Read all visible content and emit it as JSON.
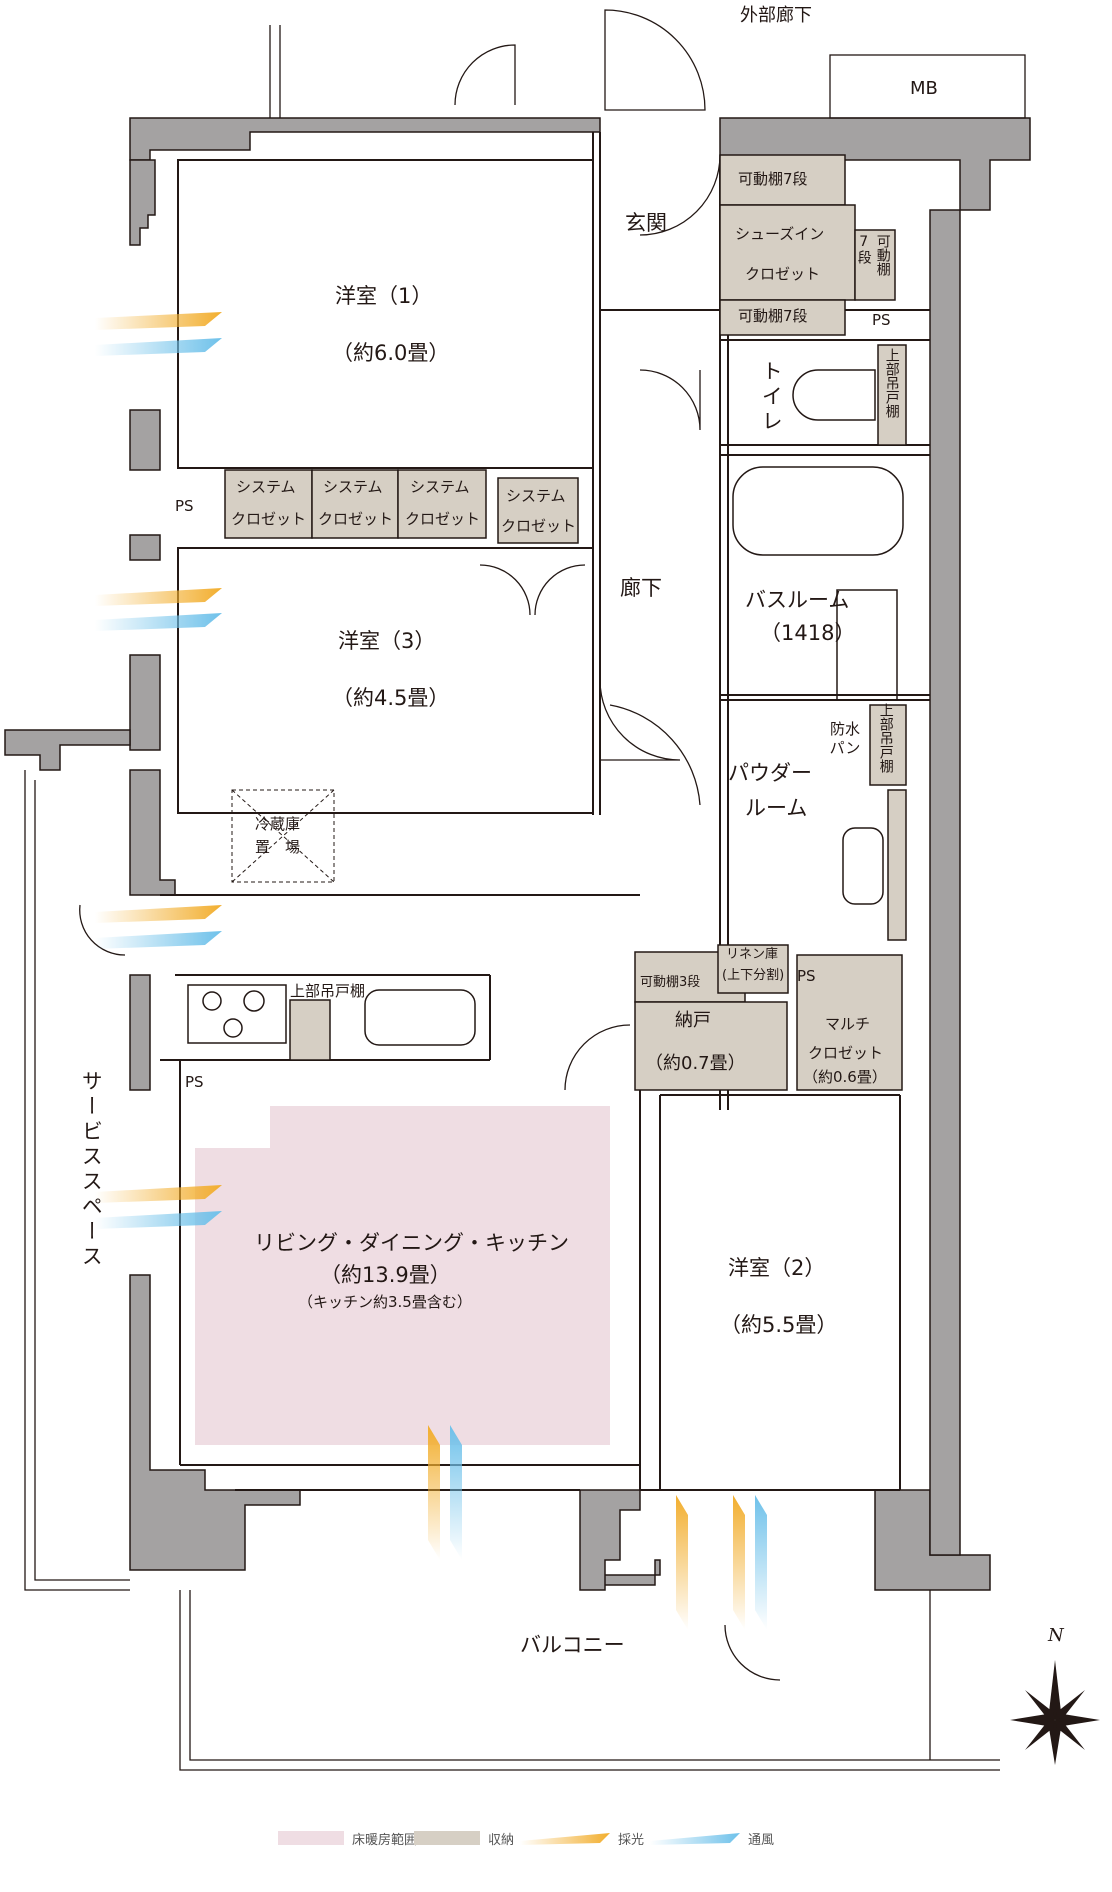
{
  "colors": {
    "wall": "#a4a2a2",
    "wall_line": "#231815",
    "storage": "#d6cfc4",
    "floor_heating": "#efdde3",
    "light": "#f2ae2e",
    "wind": "#6ec1ea"
  },
  "labels": {
    "outer_corridor": "外部廊下",
    "mb": "MB",
    "entrance": "玄関",
    "shelf7_top": "可動棚7段",
    "shoes_in_1": "シューズイン",
    "shoes_in_2": "クロゼット",
    "side_shelf": "可動棚",
    "side_7": "7段",
    "shelf7_bottom": "可動棚7段",
    "ps_entrance": "PS",
    "toilet": "トイレ",
    "upper_cabinet": "上部吊戸棚",
    "room1_name": "洋室（1）",
    "room1_size": "（約6.0畳）",
    "ps_room1": "PS",
    "system": "システム",
    "closet": "クロゼット",
    "corridor": "廊下",
    "bathroom": "バスルーム",
    "bath_size": "（1418）",
    "room3_name": "洋室（3）",
    "room3_size": "（約4.5畳）",
    "waterproof_pan": "防水パン",
    "powder_1": "パウダー",
    "powder_2": "ルーム",
    "upper_cabinet_2": "上部吊戸棚",
    "fridge_1": "冷蔵庫",
    "fridge_2": "置　場",
    "linen_1": "リネン庫",
    "linen_2": "(上下分割)",
    "ps_linen": "PS",
    "shelf3": "可動棚3段",
    "kitchen_cabinet": "上部吊戸棚",
    "storeroom": "納戸",
    "storeroom_size": "（約0.7畳）",
    "multi": "マルチ",
    "multi_closet": "クロゼット",
    "multi_size": "（約0.6畳）",
    "ps_kitchen": "PS",
    "ldk_name": "リビング・ダイニング・キッチン",
    "ldk_size": "（約13.9畳）",
    "ldk_note": "（キッチン約3.5畳含む）",
    "room2_name": "洋室（2）",
    "room2_size": "（約5.5畳）",
    "service_space": "サービススペース",
    "balcony": "バルコニー",
    "north": "N"
  },
  "legend": [
    {
      "label": "床暖房範囲",
      "color": "#efdde3"
    },
    {
      "label": "収納",
      "color": "#d6cfc4"
    },
    {
      "label": "採光",
      "color": "#f2ae2e"
    },
    {
      "label": "通風",
      "color": "#6ec1ea"
    }
  ]
}
